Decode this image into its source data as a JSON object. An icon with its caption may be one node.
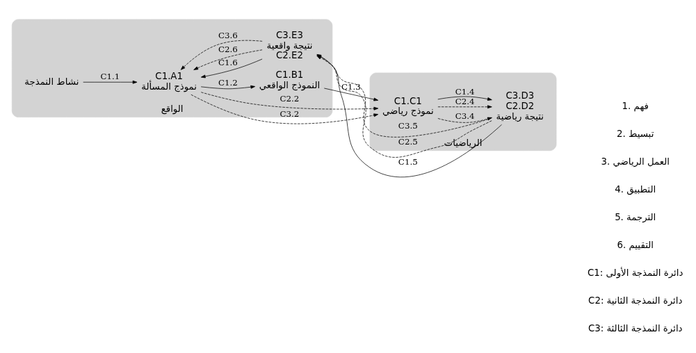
{
  "diagram": {
    "nodes": [
      {
        "text": [
          "الواقع"
        ]
      },
      {
        "text": [
          "نشاط النمذجة"
        ],
        "in": 0
      },
      {
        "text": [
          "C1.A1",
          "نموذج المسألة"
        ],
        "in": 0
      },
      {
        "text": [
          "C1.B1",
          "النموذج الواقعي"
        ],
        "in": 0
      },
      {
        "text": [
          "C3.E3",
          "نتيجة واقعية",
          "C2.E2"
        ],
        "in": 0
      },
      {
        "text": [
          "الرياضيات"
        ]
      },
      {
        "text": [
          "C1.C1",
          "نموذج رياضي"
        ],
        "in": 5
      },
      {
        "text": [
          "C3.D3",
          "C2.D2",
          "نتيجة رياضية"
        ],
        "in": 5
      }
    ],
    "edges": [
      {
        "from": 1,
        "to": 2,
        "arrow": "to",
        "label": "C1.1"
      },
      {
        "from": 2,
        "to": 3,
        "arrow": "to",
        "label": "C1.2"
      },
      {
        "from": 3,
        "to": 6,
        "arrow": "to",
        "label": "C1.3"
      },
      {
        "from": 2,
        "to": 6,
        "arrow": "to",
        "label": "C2.2",
        "style": "dashed"
      },
      {
        "from": 2,
        "to": 6,
        "arrow": "to",
        "label": "C3.2",
        "style": "dashed"
      },
      {
        "from": 6,
        "to": 7,
        "arrow": "to",
        "label": "C3.4",
        "style": "dashed"
      },
      {
        "from": 6,
        "to": 7,
        "arrow": "to",
        "label": "C2.4",
        "style": "dashed"
      },
      {
        "from": 6,
        "to": 7,
        "arrow": "to",
        "label": "C1.4"
      },
      {
        "from": 7,
        "to": 4,
        "arrow": "to",
        "label": "C3.5",
        "style": "dashed"
      },
      {
        "from": 7,
        "to": 4,
        "arrow": "to",
        "label": "C2.5",
        "style": "dashed"
      },
      {
        "from": 7,
        "to": 4,
        "arrow": "to",
        "label": "C1.5"
      },
      {
        "from": 4,
        "to": 2,
        "arrow": "to",
        "label": "C1.6"
      },
      {
        "from": 4,
        "to": 2,
        "arrow": "to",
        "label": "C2.6",
        "style": "dashed"
      },
      {
        "from": 4,
        "to": 2,
        "arrow": "to",
        "label": "C3.6",
        "style": "dashed"
      }
    ],
    "labels": [
      "1. فهم",
      "2. تبسيط",
      "3. العمل الرياضي",
      "4. التطبيق",
      "5. الترجمة",
      "6. التقييم",
      "C1: دائرة النمذجة الأولى",
      "C2: دائرة النمذجة الثانية",
      "C3: دائرة النمذجة الثالثة"
    ]
  }
}
